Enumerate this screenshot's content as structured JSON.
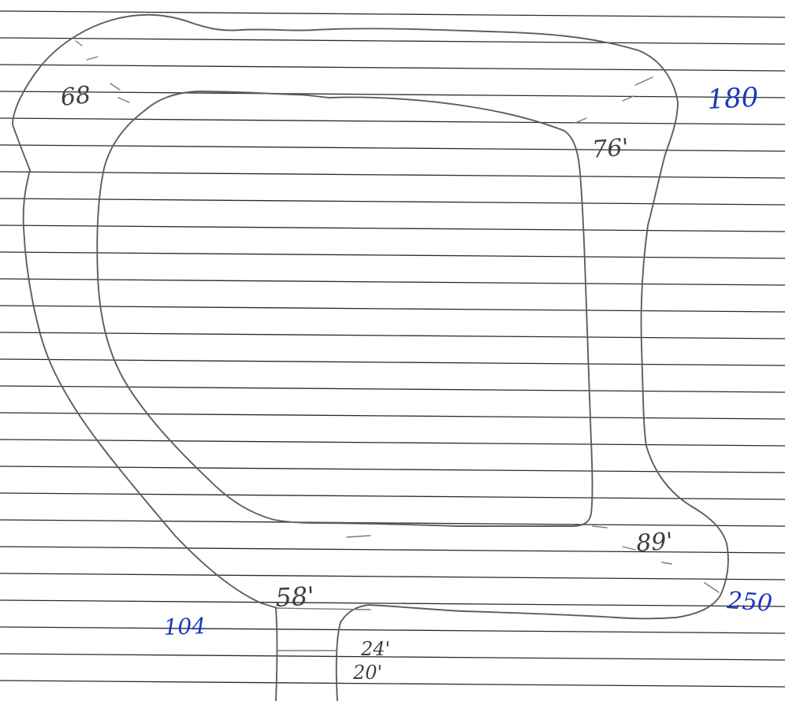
{
  "labels": {
    "l68": "68",
    "l76": "76'",
    "l89": "89'",
    "l58": "58'",
    "l24": "24'",
    "l20": "20'",
    "l180": "180",
    "l250": "250",
    "l104": "104"
  },
  "colors": {
    "paper": "#ffffff",
    "ruled_line": "#2b2b2b",
    "pencil": "#5e5e5e",
    "blue_ink": "#1d38b8"
  }
}
